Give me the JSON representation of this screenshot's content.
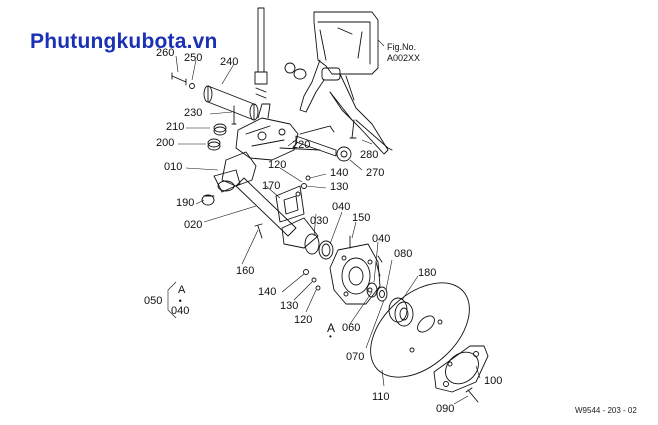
{
  "watermark": "Phutungkubota.vn",
  "figure": {
    "line1": "Fig.No.",
    "line2": "A002XX"
  },
  "drawing_code": "W9544 - 203 - 02",
  "part_labels": [
    "260",
    "250",
    "240",
    "230",
    "210",
    "200",
    "010",
    "220",
    "120",
    "140",
    "130",
    "170",
    "190",
    "020",
    "030",
    "040",
    "150",
    "040",
    "080",
    "180",
    "160",
    "140",
    "130",
    "120",
    "060",
    "070",
    "110",
    "100",
    "090",
    "280",
    "270"
  ],
  "group": {
    "name": "050",
    "top": "A",
    "bottom": "040"
  },
  "ref_marker": "A",
  "colors": {
    "brand": "#1a31b5",
    "line": "#111111"
  }
}
